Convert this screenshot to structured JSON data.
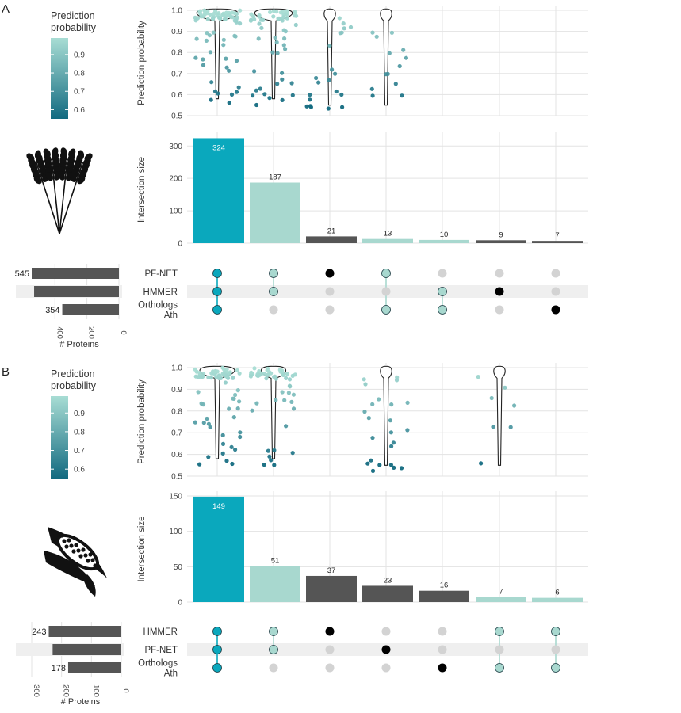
{
  "colors": {
    "teal": "#0aa8bd",
    "light_teal": "#a8d8cf",
    "dark_gray": "#555555",
    "black": "#000000",
    "dot_inactive": "#d3d3d3",
    "row_shade": "#efefef",
    "grid": "#e3e3e3",
    "gradient_high": "#a8ddd4",
    "gradient_low": "#126a80"
  },
  "chart_data": [
    {
      "panel_label": "A",
      "type": "upset",
      "legend": {
        "title_line1": "Prediction",
        "title_line2": "probability",
        "ticks": [
          "0.9",
          "0.8",
          "0.7",
          "0.6"
        ],
        "tick_values": [
          0.9,
          0.8,
          0.7,
          0.6
        ],
        "range": [
          0.55,
          0.99
        ]
      },
      "icon": "wheat-icon",
      "violin": {
        "ylabel": "Prediction probability",
        "ylim": [
          0.5,
          1.0
        ],
        "ticks": [
          "0.5",
          "0.6",
          "0.7",
          "0.8",
          "0.9",
          "1.0"
        ],
        "tick_values": [
          0.5,
          0.6,
          0.7,
          0.8,
          0.9,
          1.0
        ],
        "violin_columns": [
          0,
          1,
          2,
          3
        ]
      },
      "bars": {
        "ylabel": "Intersection size",
        "ylim": [
          0,
          330
        ],
        "ticks": [
          "0",
          "100",
          "200",
          "300"
        ],
        "tick_values": [
          0,
          100,
          200,
          300
        ],
        "values": [
          324,
          187,
          21,
          13,
          10,
          9,
          7
        ],
        "colors": [
          "teal",
          "light_teal",
          "dark_gray",
          "light_teal",
          "light_teal",
          "dark_gray",
          "dark_gray"
        ]
      },
      "sets": {
        "names": [
          "PF-NET",
          "HMMER",
          "Orthologs\nAth"
        ],
        "sizes": [
          545,
          530,
          354
        ],
        "xlabel": "# Proteins",
        "axis_max": 545,
        "ticks": [
          "400",
          "200",
          "0"
        ],
        "tick_values": [
          400,
          200,
          0
        ]
      },
      "matrix": {
        "columns": [
          {
            "members": [
              0,
              1,
              2
            ],
            "color": "teal"
          },
          {
            "members": [
              0,
              1
            ],
            "color": "light_teal"
          },
          {
            "members": [
              0
            ],
            "color": "black"
          },
          {
            "members": [
              0,
              2
            ],
            "color": "light_teal"
          },
          {
            "members": [
              1,
              2
            ],
            "color": "light_teal"
          },
          {
            "members": [
              1
            ],
            "color": "black"
          },
          {
            "members": [
              2
            ],
            "color": "black"
          }
        ]
      }
    },
    {
      "panel_label": "B",
      "type": "upset",
      "legend": {
        "title_line1": "Prediction",
        "title_line2": "probability",
        "ticks": [
          "0.9",
          "0.8",
          "0.7",
          "0.6"
        ],
        "tick_values": [
          0.9,
          0.8,
          0.7,
          0.6
        ],
        "range": [
          0.55,
          0.99
        ]
      },
      "icon": "corn-icon",
      "violin": {
        "ylabel": "Prediction probability",
        "ylim": [
          0.5,
          1.0
        ],
        "ticks": [
          "0.5",
          "0.6",
          "0.7",
          "0.8",
          "0.9",
          "1.0"
        ],
        "tick_values": [
          0.5,
          0.6,
          0.7,
          0.8,
          0.9,
          1.0
        ],
        "violin_columns": [
          0,
          1,
          3,
          5
        ]
      },
      "bars": {
        "ylabel": "Intersection size",
        "ylim": [
          0,
          150
        ],
        "ticks": [
          "0",
          "50",
          "100",
          "150"
        ],
        "tick_values": [
          0,
          50,
          100,
          150
        ],
        "values": [
          149,
          51,
          37,
          23,
          16,
          7,
          6
        ],
        "colors": [
          "teal",
          "light_teal",
          "dark_gray",
          "dark_gray",
          "dark_gray",
          "light_teal",
          "light_teal"
        ]
      },
      "sets": {
        "names": [
          "HMMER",
          "PF-NET",
          "Orthologs\nAth"
        ],
        "sizes": [
          243,
          230,
          178
        ],
        "xlabel": "# Proteins",
        "axis_max": 300,
        "ticks": [
          "300",
          "200",
          "100",
          "0"
        ],
        "tick_values": [
          300,
          200,
          100,
          0
        ]
      },
      "matrix": {
        "columns": [
          {
            "members": [
              0,
              1,
              2
            ],
            "color": "teal"
          },
          {
            "members": [
              0,
              1
            ],
            "color": "light_teal"
          },
          {
            "members": [
              0
            ],
            "color": "black"
          },
          {
            "members": [
              1
            ],
            "color": "black"
          },
          {
            "members": [
              2
            ],
            "color": "black"
          },
          {
            "members": [
              0,
              2
            ],
            "color": "light_teal"
          },
          {
            "members": [
              0,
              2
            ],
            "color": "light_teal"
          }
        ]
      }
    }
  ]
}
